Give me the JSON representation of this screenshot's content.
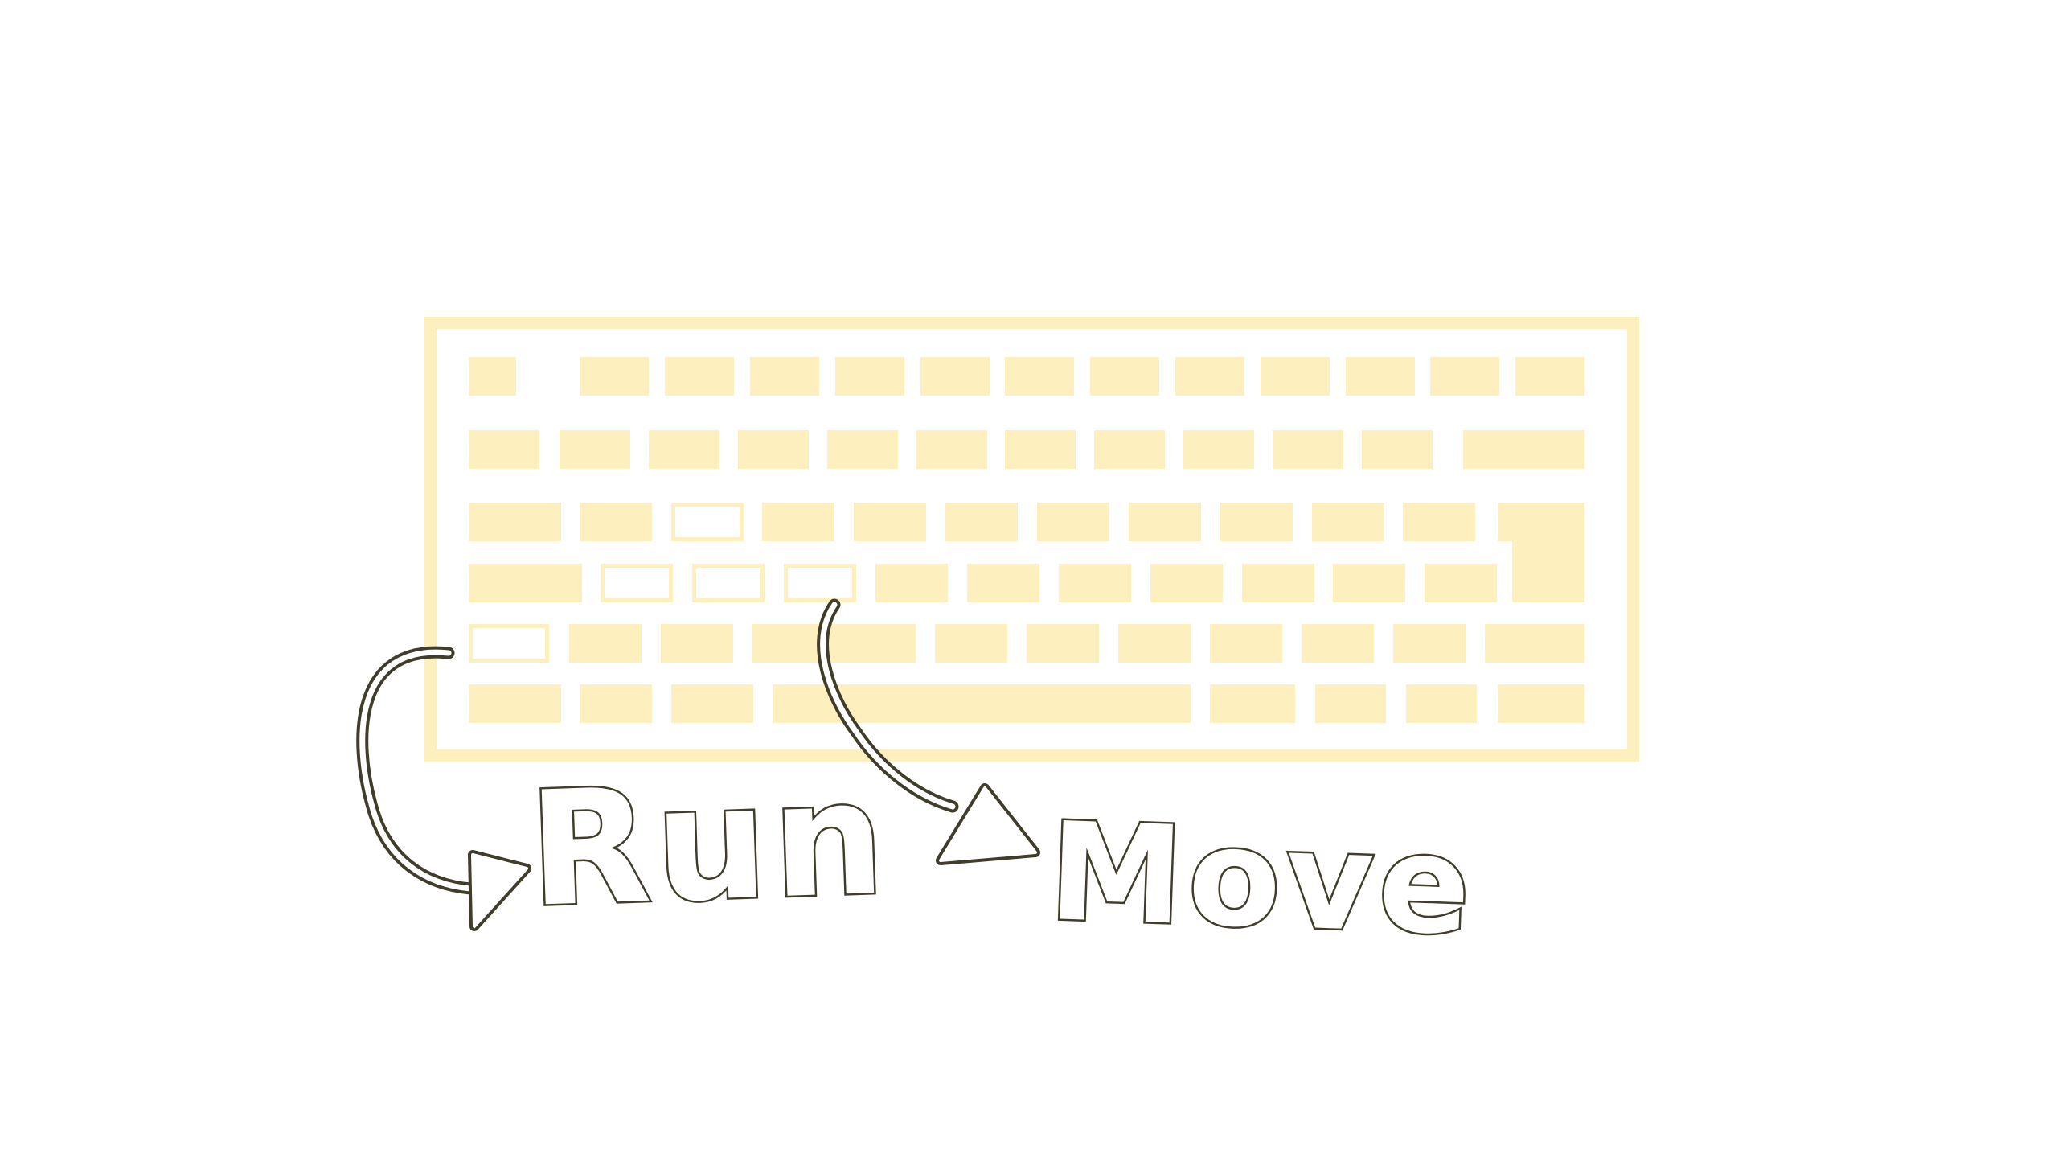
{
  "scene": {
    "background": "#ffffff",
    "keyboard_color": "#fdf0be",
    "ink_color": "#413d2b",
    "highlighted_keys": [
      "move-up",
      "move-left",
      "move-down",
      "move-right",
      "run"
    ]
  },
  "labels": {
    "run": "Run",
    "move": "Move"
  }
}
